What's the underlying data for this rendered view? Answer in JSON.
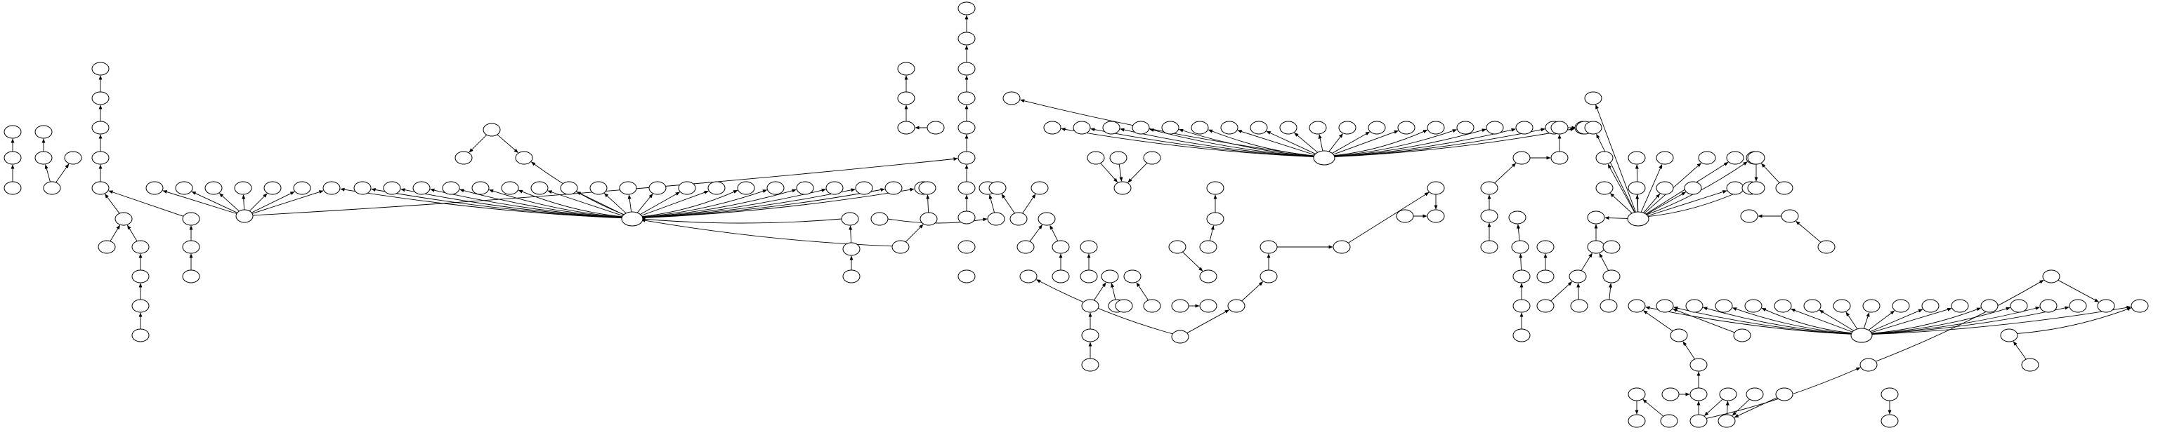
{
  "diagram": {
    "type": "directed-graph",
    "node_labels_visible": false,
    "edge_labels_visible": false,
    "colors": {
      "background": "#ffffff",
      "stroke": "#000000",
      "node_fill": "#ffffff"
    },
    "node_shape": "ellipse",
    "edge_style": "directed, arrowhead at target"
  }
}
